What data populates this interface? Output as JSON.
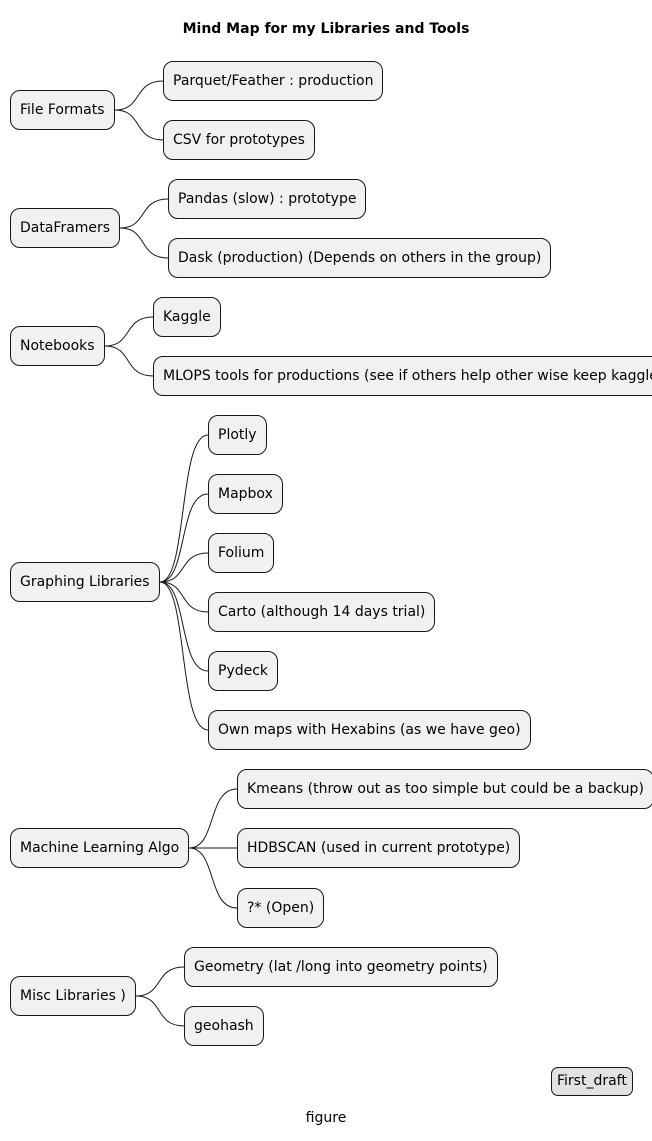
{
  "diagram": {
    "title": "Mind Map for my Libraries and Tools",
    "branches": [
      {
        "label": "File Formats",
        "children": [
          "Parquet/Feather : production",
          "CSV for prototypes"
        ]
      },
      {
        "label": "DataFramers",
        "children": [
          "Pandas (slow) : prototype",
          "Dask (production) (Depends on others in the group)"
        ]
      },
      {
        "label": "Notebooks",
        "children": [
          "Kaggle",
          "MLOPS tools for productions (see if others help other wise keep kaggle)"
        ]
      },
      {
        "label": "Graphing Libraries",
        "children": [
          "Plotly",
          "Mapbox",
          "Folium",
          "Carto (although 14 days trial)",
          "Pydeck",
          "Own maps with Hexabins (as we have geo)"
        ]
      },
      {
        "label": "Machine Learning Algo",
        "children": [
          "Kmeans (throw out as too simple but could be a backup)",
          "HDBSCAN (used in current prototype)",
          "?* (Open)"
        ]
      },
      {
        "label": "Misc Libraries )",
        "children": [
          "Geometry (lat /long into geometry points)",
          "geohash"
        ]
      }
    ],
    "legend_tag": "First_draft",
    "caption": "figure"
  }
}
